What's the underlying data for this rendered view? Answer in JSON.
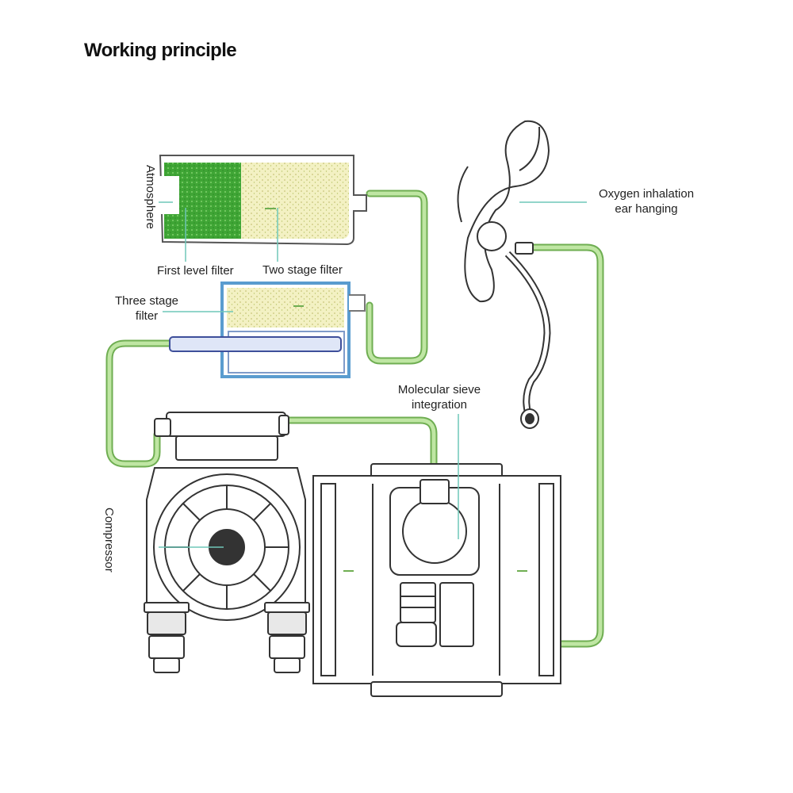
{
  "title": "Working principle",
  "labels": {
    "atmosphere": "Atmosphere",
    "first_level_filter": "First level filter",
    "two_stage_filter": "Two stage filter",
    "three_stage_filter_line1": "Three stage",
    "three_stage_filter_line2": "filter",
    "molecular_sieve_line1": "Molecular sieve",
    "molecular_sieve_line2": "integration",
    "oxygen_line1": "Oxygen inhalation",
    "oxygen_line2": "ear hanging",
    "compressor": "Compressor"
  },
  "colors": {
    "tube": "#a8d98a",
    "tube_outline": "#6fae52",
    "filter_green": "#3fa535",
    "filter_yellow": "#f3f1c3",
    "filter_border": "#5a9ccf",
    "machine_stroke": "#333333",
    "leader": "#6fc7b8"
  }
}
